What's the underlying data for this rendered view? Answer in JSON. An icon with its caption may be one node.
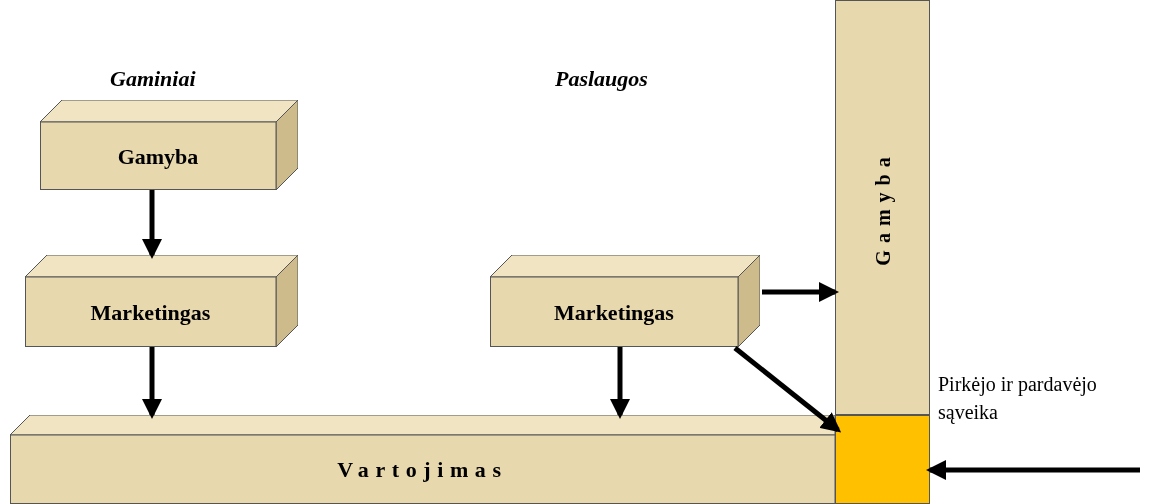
{
  "diagram": {
    "nodes": [
      {
        "text": [
          "Gamyba"
        ]
      },
      {
        "text": [
          "Marketingas"
        ]
      },
      {
        "text": [
          "Marketingas"
        ]
      },
      {
        "text": [
          "Gamyba"
        ]
      },
      {
        "text": [
          "Vartojimas"
        ]
      },
      {
        "text": [],
        "shape": "box",
        "beside": [
          "Pirkėjo ir pardavėjo sąveika"
        ]
      }
    ],
    "edges": [
      {
        "from": 0,
        "to": 1,
        "arrow": "to"
      },
      {
        "from": 1,
        "to": 4,
        "arrow": "to"
      },
      {
        "from": 2,
        "to": 4,
        "arrow": "to"
      },
      {
        "from": 2,
        "to": 3,
        "arrow": "to"
      },
      {
        "from": 2,
        "to": 5,
        "arrow": "to"
      },
      {
        "from": null,
        "to": 5,
        "arrow": "to"
      }
    ],
    "labels": [
      "Gaminiai",
      "Paslaugos"
    ]
  }
}
